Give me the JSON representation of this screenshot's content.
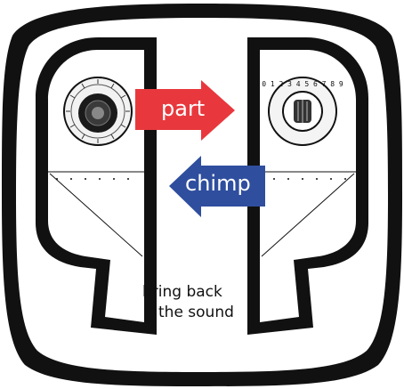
{
  "arrows": {
    "right": {
      "label": "part",
      "color": "#e8383d"
    },
    "left": {
      "label": "chimp",
      "color": "#2f4e9e"
    }
  },
  "tagline": {
    "line1": "bring back",
    "line2": "the sound"
  },
  "dials": {
    "left": {
      "icon": "ribbed-knob-icon"
    },
    "right": {
      "icon": "numbered-dial-icon",
      "digits": "0 1 2 3 4 5 6 7 8 9"
    }
  },
  "colors": {
    "ink": "#111111",
    "background": "#ffffff"
  }
}
